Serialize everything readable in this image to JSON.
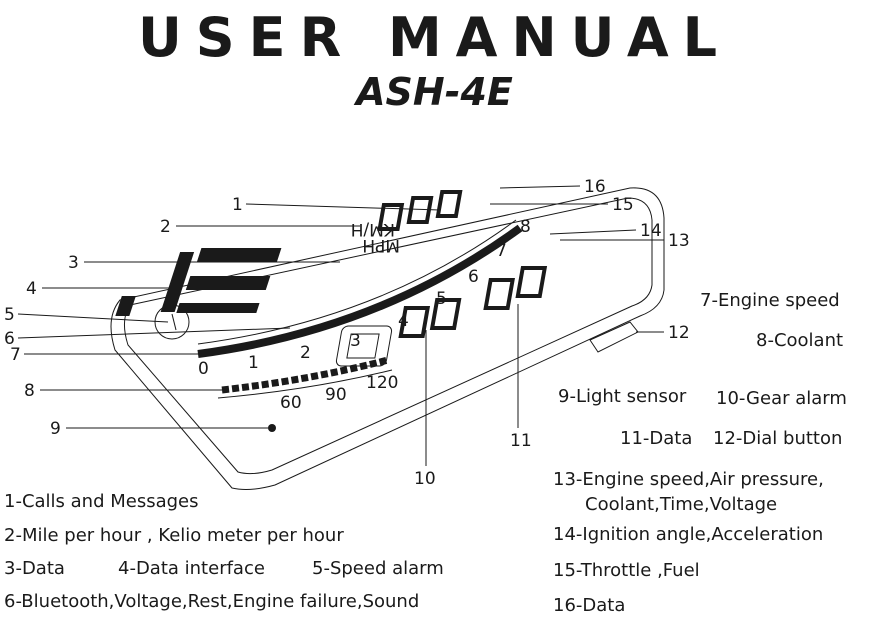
{
  "header": {
    "title": "USER MANUAL",
    "model": "ASH-4E"
  },
  "hud_screen": {
    "speed_units": [
      "KM/H",
      "MPH"
    ],
    "gauge_ticks": [
      "0",
      "1",
      "2",
      "3",
      "4",
      "5",
      "6",
      "7",
      "8"
    ],
    "coolant_ticks": [
      "60",
      "90",
      "120"
    ]
  },
  "callouts": [
    "1",
    "2",
    "3",
    "4",
    "5",
    "6",
    "7",
    "8",
    "9",
    "10",
    "11",
    "12",
    "13",
    "14",
    "15",
    "16"
  ],
  "legend": {
    "item1": "1-Calls and Messages",
    "item2": "2-Mile per hour , Kelio meter per hour",
    "item3": "3-Data",
    "item4": "4-Data interface",
    "item5": "5-Speed alarm",
    "item6": "6-Bluetooth,Voltage,Rest,Engine failure,Sound",
    "item7": "7-Engine speed",
    "item8": "8-Coolant",
    "item9": "9-Light sensor",
    "item10": "10-Gear alarm",
    "item11": "11-Data",
    "item12": "12-Dial button",
    "item13a": "13-Engine speed,Air pressure,",
    "item13b": "Coolant,Time,Voltage",
    "item14": "14-Ignition angle,Acceleration",
    "item15": "15-Throttle ,Fuel",
    "item16": "16-Data"
  }
}
